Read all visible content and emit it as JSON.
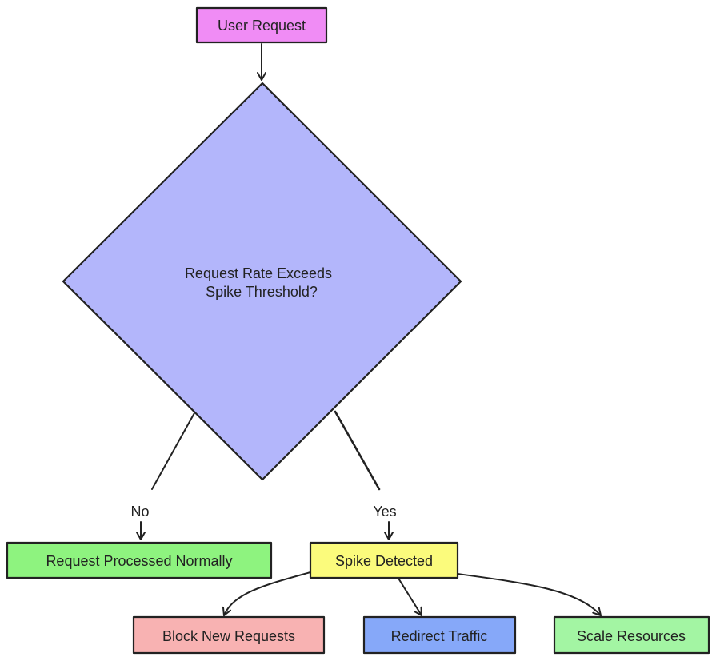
{
  "nodes": {
    "user_request": {
      "label": "User Request",
      "color": "#f08cf5"
    },
    "decision": {
      "line1": "Request Rate Exceeds",
      "line2": "Spike Threshold?",
      "color": "#b3b6fb"
    },
    "processed": {
      "label": "Request Processed Normally",
      "color": "#8ef37f"
    },
    "spike": {
      "label": "Spike Detected",
      "color": "#fbfb7c"
    },
    "block": {
      "label": "Block New Requests",
      "color": "#f8b2b2"
    },
    "redirect": {
      "label": "Redirect Traffic",
      "color": "#86a8f9"
    },
    "scale": {
      "label": "Scale Resources",
      "color": "#a3f5a3"
    }
  },
  "edges": {
    "no_label": "No",
    "yes_label": "Yes"
  }
}
